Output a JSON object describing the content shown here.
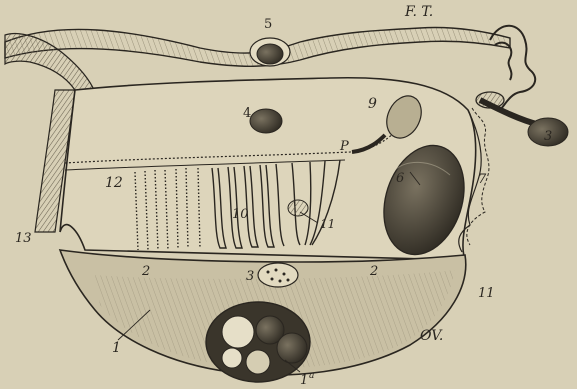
{
  "figure": {
    "colors": {
      "paper": "#d8d0b6",
      "ink": "#2a2620",
      "shade": "#8a826c",
      "ovary_fill": "#c9c0a4"
    },
    "labels": {
      "ft": "F. T.",
      "ov": "OV.",
      "p": "P",
      "n1": "1",
      "n1a": "1",
      "n1a_sup": "a",
      "n2_left": "2",
      "n2_right": "2",
      "n3_left": "3",
      "n3_right": "3",
      "n4": "4",
      "n5": "5",
      "n6": "6",
      "n7": "7",
      "n9": "9",
      "n10": "10",
      "n11": "11",
      "n12": "12",
      "n13": "13",
      "n11_small": "11"
    }
  }
}
